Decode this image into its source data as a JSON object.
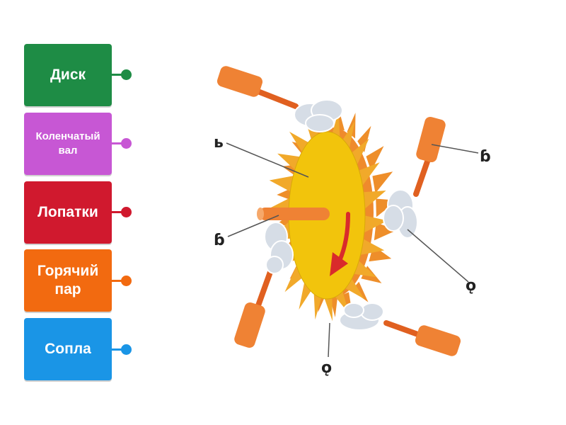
{
  "labels": [
    {
      "text": "Диск",
      "color": "#1e8c45"
    },
    {
      "text": "Коленчатый вал",
      "color": "#c757d4"
    },
    {
      "text": "Лопатки",
      "color": "#d0192e"
    },
    {
      "text": "Горячий пар",
      "color": "#f26a10"
    },
    {
      "text": "Сопла",
      "color": "#1a95e6"
    }
  ],
  "pins": [
    "ь",
    "ɓ",
    "ɓ",
    "ǫ",
    "ǫ"
  ],
  "colors": {
    "disk": "#f2c40c",
    "blades": "#f1a92a",
    "nozzle": "#ef8234",
    "nozzle_dark": "#e06020",
    "steam": "#d6dde6",
    "arrow": "#d92b2b",
    "leader": "#555555"
  }
}
